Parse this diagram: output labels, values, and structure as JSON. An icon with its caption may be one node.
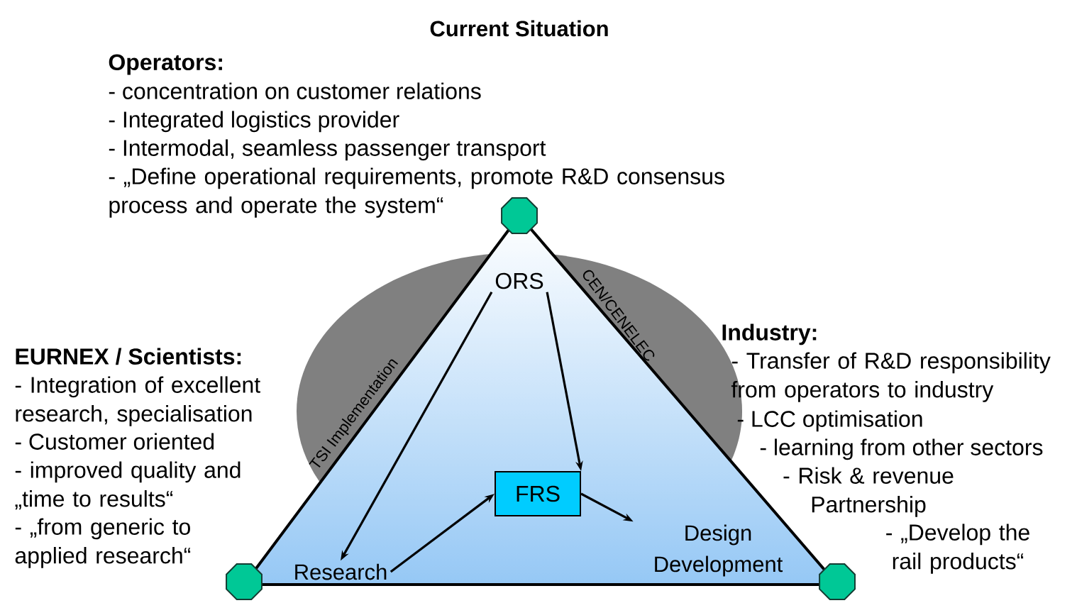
{
  "diagram": {
    "title": "Current Situation",
    "nodes": [
      {
        "text": [
          "ORS"
        ]
      },
      {
        "text": [
          "Research"
        ]
      },
      {
        "text": [
          "FRS"
        ]
      },
      {
        "text": [
          "Design Development"
        ]
      }
    ],
    "edges": [
      {
        "from": 0,
        "to": 1,
        "arrow": "to"
      },
      {
        "from": 0,
        "to": 2,
        "arrow": "to"
      },
      {
        "from": 1,
        "to": 2,
        "arrow": "to"
      },
      {
        "from": 2,
        "to": 3,
        "arrow": "to"
      }
    ],
    "labels": [
      "Operators:",
      "- concentration on customer relations",
      "- Integrated logistics provider",
      "- Intermodal, seamless passenger transport",
      "- „Define operational requirements, promote R&D consensus process and operate the system“",
      "TSI Implementation",
      "CEN/CENELEC",
      "Industry:",
      "- Transfer of R&D responsibility from operators to industry",
      "- LCC optimisation",
      "- learning from other sectors",
      "- Risk & revenue Partnership",
      "- „Develop the rail products“",
      "EURNEX / Scientists:",
      "- Integration of excellent research, specialisation",
      "- Customer oriented",
      "- improved quality and „time to results“",
      "- „from generic to applied research“"
    ]
  }
}
